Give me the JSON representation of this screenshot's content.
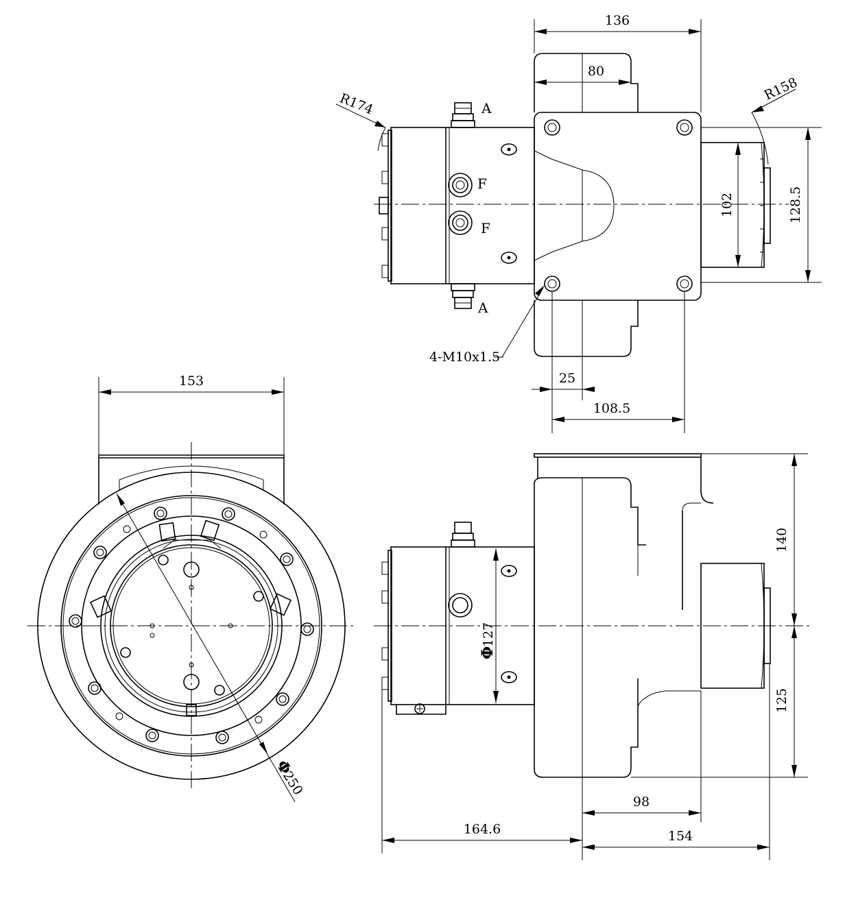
{
  "dimensions": {
    "top_width": "136",
    "top_inner": "80",
    "radius_left": "R174",
    "radius_right": "R158",
    "port_a": "A",
    "port_f": "F",
    "height_102": "102",
    "height_128": "128.5",
    "thread": "4-M10x1.5",
    "offset_25": "25",
    "spacing_108": "108.5",
    "front_width": "153",
    "dia_250": "250",
    "dia_127": "127",
    "height_140": "140",
    "height_125": "125",
    "len_98": "98",
    "len_164": "164.6",
    "len_154": "154"
  },
  "symbols": {
    "diameter": "Φ"
  },
  "colors": {
    "line": "#000000",
    "background": "#ffffff"
  }
}
